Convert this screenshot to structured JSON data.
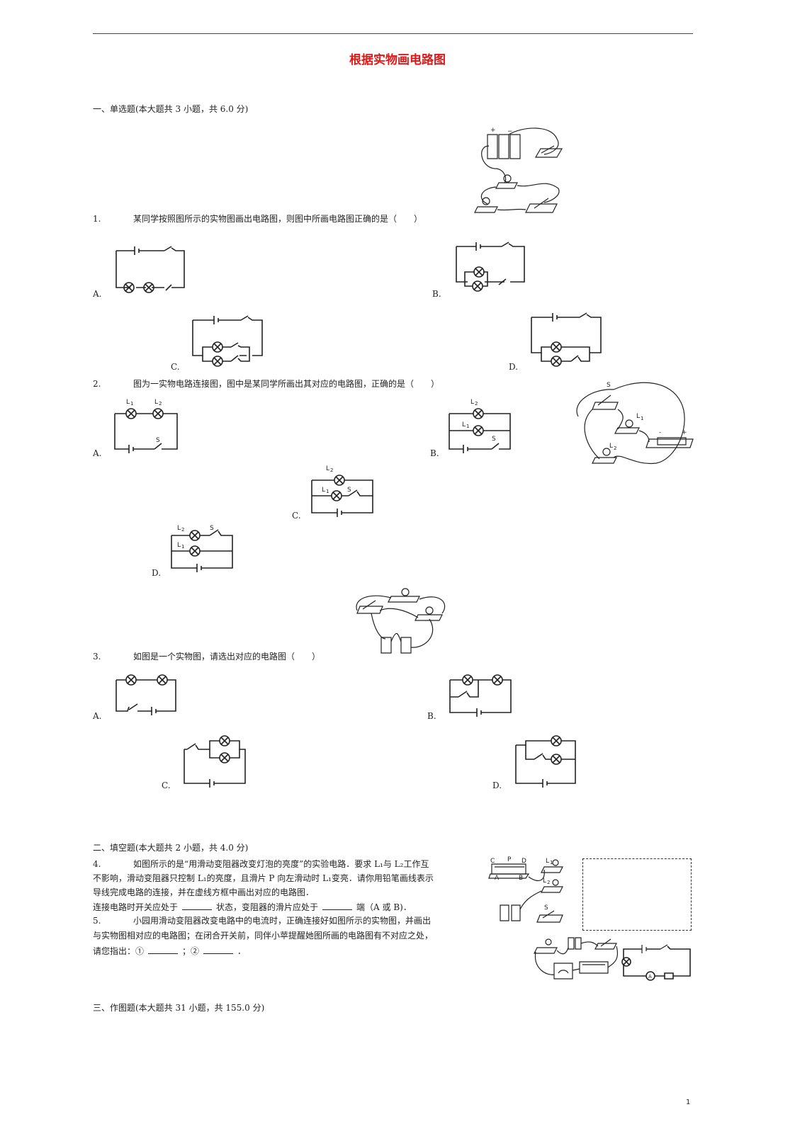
{
  "page_title": "根据实物画电路图",
  "sections": {
    "s1": "一、单选题(本大题共 3 小题，共 6.0 分)",
    "s2": "二、填空题(本大题共 2 小题，共 4.0 分)",
    "s3": "三、作图题(本大题共 31 小题，共 155.0 分)"
  },
  "q1": {
    "num": "1.",
    "text": "某同学按照图所示的实物图画出电路图，则图中所画电路图正确的是（　　）",
    "opts": [
      "A.",
      "B.",
      "C.",
      "D."
    ]
  },
  "q2": {
    "num": "2.",
    "text": "图为一实物电路连接图，图中是某同学所画出其对应的电路图，正确的是（　　）",
    "opts": [
      "A.",
      "B.",
      "C.",
      "D."
    ],
    "labels": {
      "L1": "L1",
      "L2": "L2",
      "S": "S"
    }
  },
  "q3": {
    "num": "3.",
    "text": "如图是一个实物图，请选出对应的电路图（　　）",
    "opts": [
      "A.",
      "B.",
      "C.",
      "D."
    ]
  },
  "q4": {
    "num": "4.",
    "line1": "如图所示的是“用滑动变阻器改变灯泡的亮度”的实验电路．要求 L₁与 L₂工作互",
    "line2": "不影响，滑动变阻器只控制 L₁的亮度，且滑片 P 向左滑动时 L₁变亮．请你用铅笔画线表示",
    "line3": "导线完成电路的连接，并在虚线方框中画出对应的电路图．",
    "line4a": "连接电路时开关应处于",
    "line4b": "状态，变阻器的滑片应处于",
    "line4c": "端（A 或 B)．",
    "fig_labels": {
      "C": "C",
      "P": "P",
      "D": "D",
      "A": "A",
      "B": "B",
      "L1": "L1",
      "L2": "L2",
      "S": "S"
    }
  },
  "q5": {
    "num": "5.",
    "line1": "小园用滑动变阻器改变电路中的电流时，正确连接好如图所示的实物图，并画出",
    "line2": "与实物图相对应的电路图；在闭合开关前，同伴小苹提醒她图所画的电路图有不对应之处，",
    "line3a": "请您指出：①",
    "line3b": "；②",
    "line3c": "．",
    "ammeter": "A"
  },
  "page_number": "1"
}
